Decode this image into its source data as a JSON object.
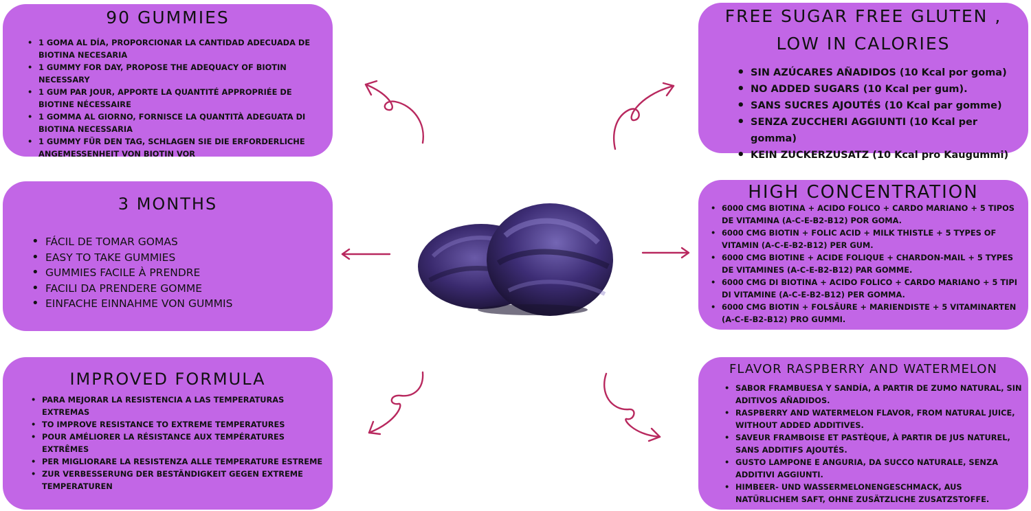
{
  "cards": {
    "gummies": {
      "title": "90 GUMMIES",
      "items": [
        "1 GOMA AL DÍA, PROPORCIONAR LA CANTIDAD ADECUADA DE BIOTINA NECESARIA",
        "1 GUMMY FOR DAY, PROPOSE THE ADEQUACY OF BIOTIN NECESSARY",
        "1 GUM PAR JOUR, APPORTE LA QUANTITÉ APPROPRIÉE DE BIOTINE NÉCESSAIRE",
        "1 GOMMA AL GIORNO, FORNISCE LA QUANTITÀ ADEGUATA DI BIOTINA NECESSARIA",
        "1 GUMMY FÜR DEN TAG, SCHLAGEN SIE DIE ERFORDERLICHE ANGEMESSENHEIT VON BIOTIN VOR"
      ]
    },
    "sugar_free": {
      "title_line1": "FREE SUGAR FREE GLUTEN ,",
      "title_line2": "LOW IN CALORIES",
      "items": [
        "SIN AZÚCARES AÑADIDOS (10 Kcal por goma)",
        "NO ADDED SUGARS (10 Kcal per gum).",
        "SANS SUCRES AJOUTÉS (10 Kcal par gomme)",
        "SENZA ZUCCHERI AGGIUNTI (10 Kcal per gomma)",
        "KEIN ZUCKERZUSATZ (10 Kcal pro Kaugummi)"
      ]
    },
    "months": {
      "title": "3 MONTHS",
      "items": [
        "FÁCIL DE TOMAR GOMAS",
        "EASY TO TAKE GUMMIES",
        "GUMMIES FACILE À PRENDRE",
        "FACILI DA PRENDERE GOMME",
        "EINFACHE EINNAHME VON GUMMIS"
      ]
    },
    "concentration": {
      "title": "HIGH CONCENTRATION",
      "items": [
        "6000 CMG BIOTINA + ACIDO FOLICO + CARDO MARIANO + 5 TIPOS DE VITAMINA (A-C-E-B2-B12) POR GOMA.",
        "6000 CMG BIOTIN + FOLIC ACID + MILK THISTLE + 5 TYPES OF VITAMIN (A-C-E-B2-B12) PER GUM.",
        "6000 CMG BIOTINE + ACIDE FOLIQUE + CHARDON-MAIL + 5 TYPES DE VITAMINES (A-C-E-B2-B12) PAR GOMME.",
        "6000 CMG DI BIOTINA + ACIDO FOLICO + CARDO MARIANO + 5 TIPI DI VITAMINE (A-C-E-B2-B12) PER GOMMA.",
        "6000 CMG BIOTIN + FOLSÄURE + MARIENDISTE + 5 VITAMINARTEN (A-C-E-B2-B12) PRO GUMMI."
      ]
    },
    "formula": {
      "title": "IMPROVED FORMULA",
      "items": [
        "PARA MEJORAR LA RESISTENCIA A LAS TEMPERATURAS EXTREMAS",
        "TO IMPROVE RESISTANCE TO EXTREME TEMPERATURES",
        "POUR AMÉLIORER LA RÉSISTANCE AUX TEMPÉRATURES EXTRÊMES",
        "PER MIGLIORARE LA RESISTENZA ALLE TEMPERATURE ESTREME",
        "ZUR VERBESSERUNG DER BESTÄNDIGKEIT GEGEN EXTREME TEMPERATUREN"
      ]
    },
    "flavor": {
      "title": "FLAVOR RASPBERRY AND WATERMELON",
      "items": [
        "SABOR FRAMBUESA Y SANDÍA, A PARTIR DE ZUMO NATURAL, SIN ADITIVOS AÑADIDOS.",
        "RASPBERRY AND WATERMELON FLAVOR, FROM NATURAL JUICE, WITHOUT ADDED ADDITIVES.",
        "SAVEUR FRAMBOISE ET PASTÈQUE, À PARTIR DE JUS NATUREL, SANS ADDITIFS AJOUTÉS.",
        "GUSTO LAMPONE E ANGURIA, DA SUCCO NATURALE, SENZA ADDITIVI AGGIUNTI.",
        "HIMBEER- UND WASSERMELONENGESCHMACK, AUS NATÜRLICHEM SAFT, OHNE ZUSÄTZLICHE ZUSATZSTOFFE."
      ]
    }
  },
  "colors": {
    "card_bg": "#c266e6",
    "arrow": "#b8285e",
    "gummy": "#3a2a6e"
  },
  "icons": {
    "arrows": "curly-arrow-icon",
    "center": "gummy-image"
  }
}
